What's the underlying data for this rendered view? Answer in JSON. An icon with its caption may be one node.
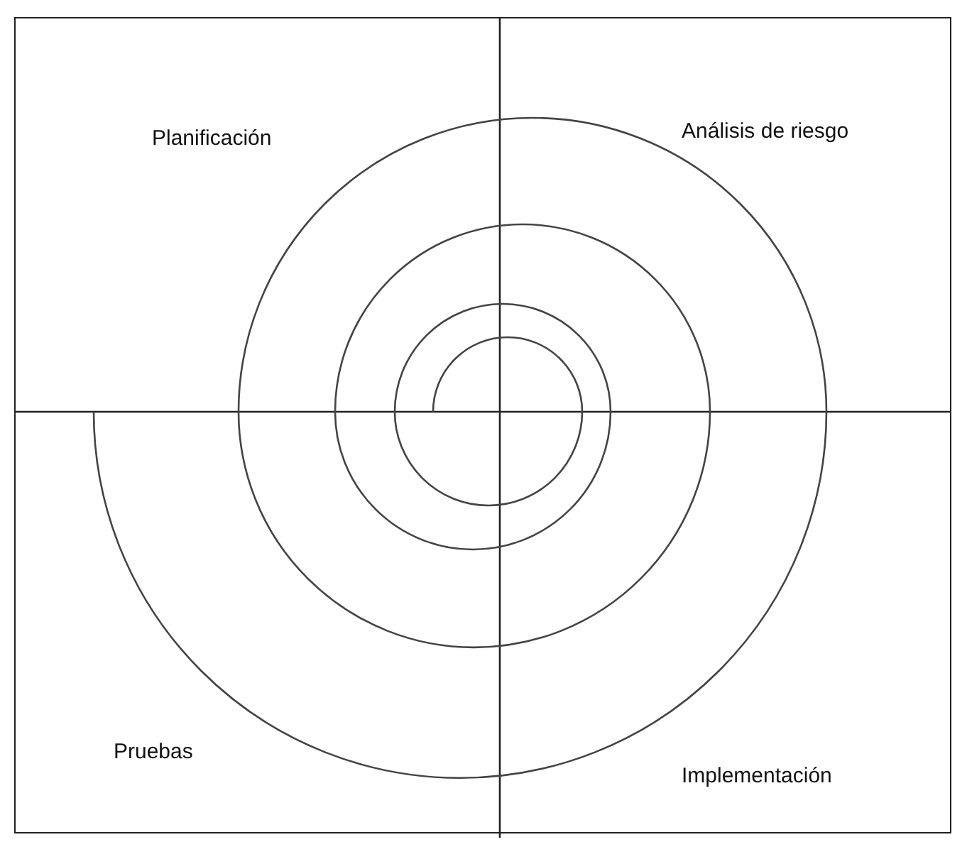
{
  "diagram": {
    "labels": [
      "Planificación",
      "Análisis de riesgo",
      "Pruebas",
      "Implementación"
    ]
  }
}
